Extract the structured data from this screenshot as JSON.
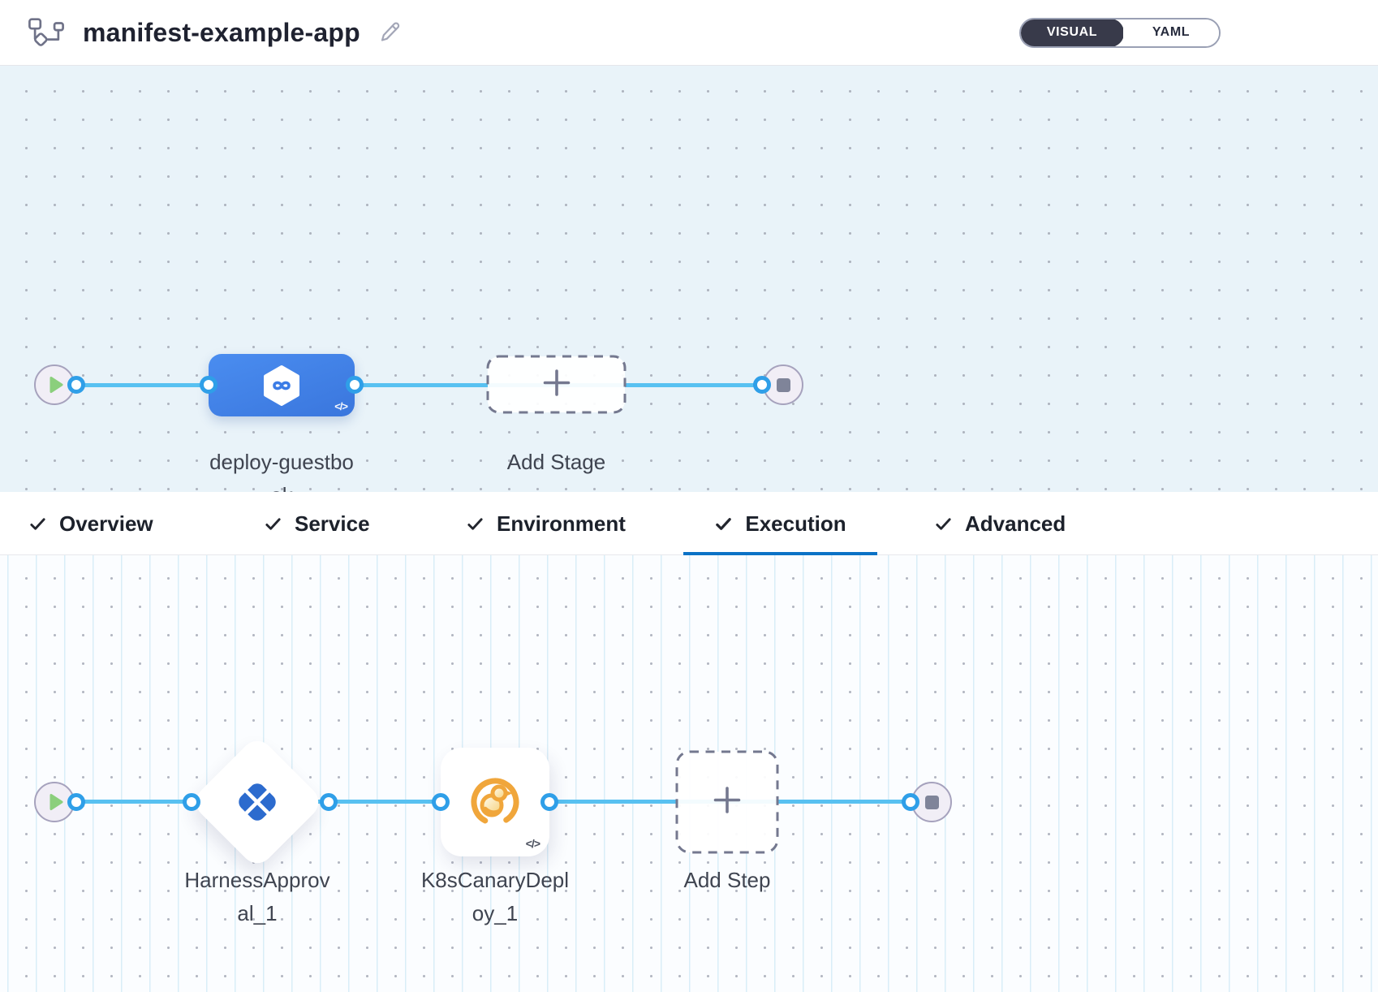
{
  "header": {
    "app_icon": "pipeline-graph-icon",
    "title": "manifest-example-app",
    "edit_icon": "edit-pencil-icon",
    "view_toggle": {
      "visual_label": "VISUAL",
      "yaml_label": "YAML",
      "selected": "VISUAL"
    }
  },
  "stage_pipeline": {
    "start_icon": "play-icon",
    "end_icon": "stop-icon",
    "stage": {
      "name": "deploy-guestbook",
      "icon": "cd-hexagon-infinity-icon",
      "code_badge": "</>"
    },
    "add_stage_label": "Add Stage"
  },
  "stage_tabs": {
    "items": [
      {
        "label": "Overview",
        "checked": true,
        "active": false
      },
      {
        "label": "Service",
        "checked": true,
        "active": false
      },
      {
        "label": "Environment",
        "checked": true,
        "active": false
      },
      {
        "label": "Execution",
        "checked": true,
        "active": true
      },
      {
        "label": "Advanced",
        "checked": true,
        "active": false
      }
    ]
  },
  "execution_pipeline": {
    "start_icon": "play-icon",
    "end_icon": "stop-icon",
    "steps": [
      {
        "name": "HarnessApproval_1",
        "icon": "harness-approval-icon",
        "shape": "diamond"
      },
      {
        "name": "K8sCanaryDeploy_1",
        "icon": "canary-bird-icon",
        "shape": "rounded-square",
        "code_badge": "</>"
      }
    ],
    "add_step_label": "Add Step"
  },
  "colors": {
    "connector_blue": "#58c1f1",
    "port_ring_blue": "#2f9fe8",
    "stage_node_blue": "#3f82e8",
    "active_tab_underline": "#0b72c6",
    "approval_icon_blue": "#2c6bce",
    "canary_amber": "#f0a63b",
    "play_green": "#8bcf7c",
    "toggle_dark": "#383a4a",
    "canvas_top_bg": "#e9f3f9",
    "canvas_bottom_bg": "#fbfdff"
  }
}
